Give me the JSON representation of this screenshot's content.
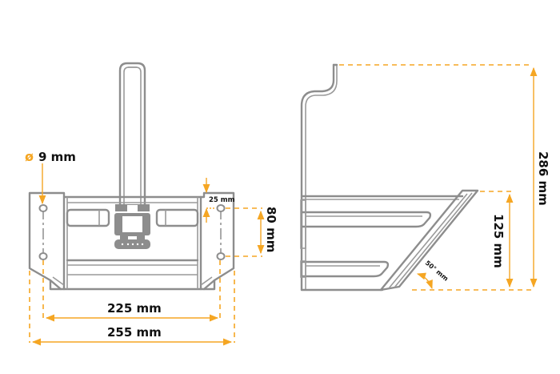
{
  "colors": {
    "dimension": "#f5a623",
    "part_outline": "#8d8d8d",
    "text": "#111111",
    "background": "#ffffff"
  },
  "front_view": {
    "hole_diameter": {
      "symbol": "ø",
      "value": "9 mm"
    },
    "hole_offset_top": "25 mm",
    "hole_spacing": "80 mm",
    "inner_width": "225 mm",
    "outer_width": "255 mm"
  },
  "side_view": {
    "total_height": "286 mm",
    "tray_height": "125 mm",
    "angle": "50° mm"
  }
}
